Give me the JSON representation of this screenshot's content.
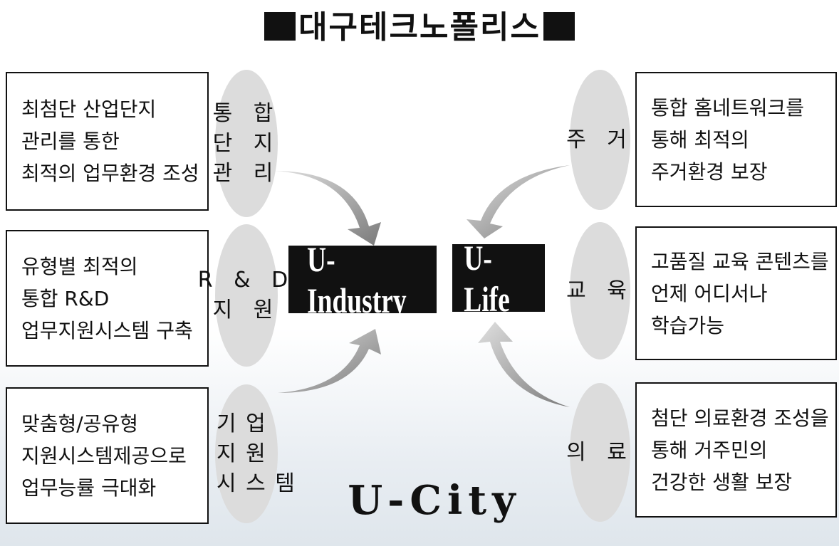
{
  "title": "대구테크노폴리스",
  "left": [
    {
      "label": "통 합\n단 지\n관 리",
      "desc": [
        "최첨단 산업단지",
        "관리를 통한",
        "최적의 업무환경 조성"
      ]
    },
    {
      "label": "R & D\n지 원",
      "desc": [
        "유형별 최적의",
        "통합 R&D",
        "업무지원시스템 구축"
      ]
    },
    {
      "label": "기 업\n지 원\n시 스 템",
      "desc": [
        "맞춤형/공유형",
        "지원시스템제공으로",
        "업무능률 극대화"
      ]
    }
  ],
  "right": [
    {
      "label": "주 거",
      "desc": [
        "통합 홈네트워크를",
        "통해 최적의",
        "주거환경 보장"
      ]
    },
    {
      "label": "교 육",
      "desc": [
        "고품질 교육 콘텐츠를",
        "언제 어디서나",
        "학습가능"
      ]
    },
    {
      "label": "의 료",
      "desc": [
        "첨단 의료환경 조성을",
        "통해 거주민의",
        "건강한 생활 보장"
      ]
    }
  ],
  "center": {
    "industry": "U-Industry",
    "life": "U-Life",
    "city": "U-City"
  }
}
